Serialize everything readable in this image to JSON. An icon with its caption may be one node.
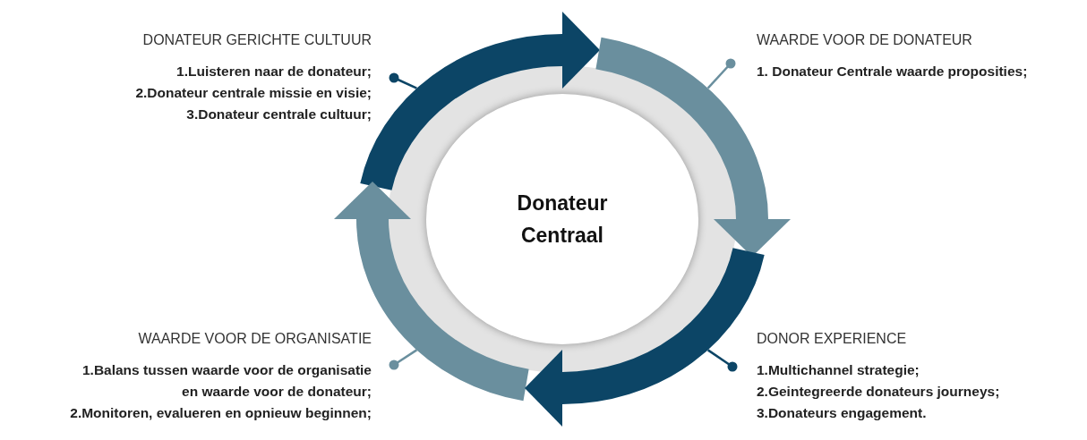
{
  "diagram": {
    "nodes": [
      {
        "text": [
          "DONATEUR GERICHTE CULTUUR",
          "1.Luisteren naar de donateur;",
          "2.Donateur centrale missie en visie;",
          "3.Donateur centrale cultuur;"
        ]
      },
      {
        "text": [
          "WAARDE VOOR DE DONATEUR",
          "1. Donateur Centrale waarde proposities;"
        ]
      },
      {
        "text": [
          "Donateur Centraal"
        ]
      },
      {
        "text": [
          "WAARDE VOOR DE ORGANISATIE",
          "1.Balans tussen waarde voor de organisatie en waarde voor de donateur;",
          "2.Monitoren, evalueren en opnieuw beginnen;"
        ]
      },
      {
        "text": [
          "DONOR EXPERIENCE",
          "1.Multichannel strategie;",
          "2.Geintegreerde donateurs journeys;",
          "3.Donateurs engagement."
        ]
      },
      {
        "text": [],
        "shape": "arrow"
      },
      {
        "text": [],
        "shape": "arrow"
      },
      {
        "text": [],
        "shape": "arrow"
      },
      {
        "text": [],
        "shape": "arrow"
      }
    ],
    "edges": [
      {
        "from": 0,
        "to": 5,
        "arrow": "other"
      },
      {
        "from": 1,
        "to": 6,
        "arrow": "other",
        "color": "#6a8f9e"
      },
      {
        "from": 3,
        "to": 7,
        "arrow": "other",
        "color": "#6a8f9e"
      },
      {
        "from": 4,
        "to": 8,
        "arrow": "other"
      }
    ]
  }
}
